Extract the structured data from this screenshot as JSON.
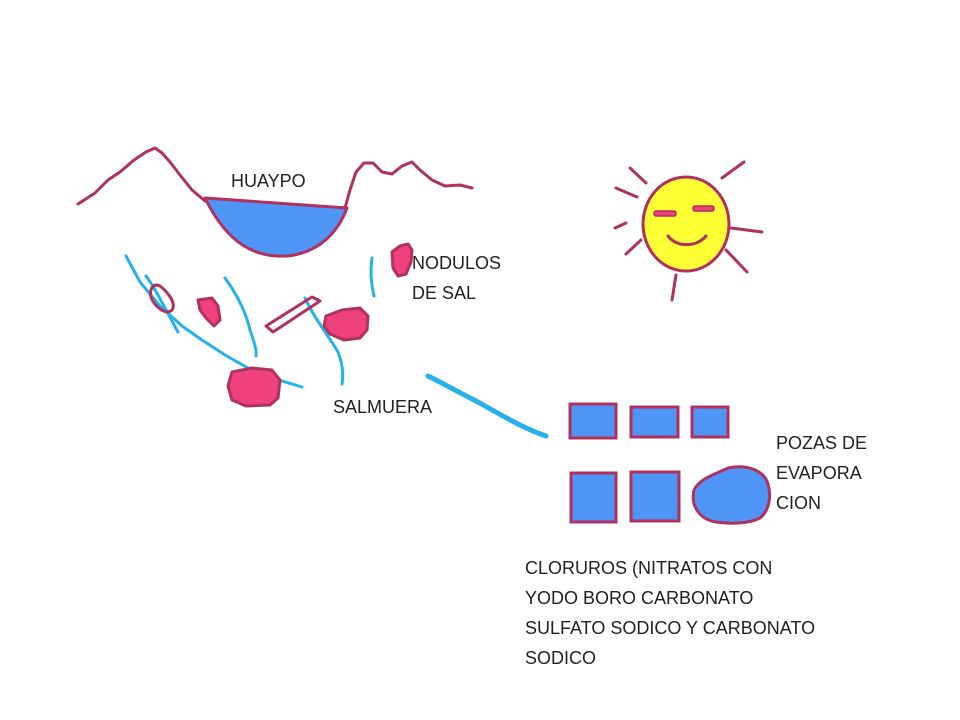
{
  "labels": {
    "huaypo": "HUAYPO",
    "nodulos": [
      "NODULOS",
      "DE SAL"
    ],
    "salmuera": "SALMUERA",
    "pozas": [
      "POZAS DE",
      "EVAPORA",
      "CION"
    ],
    "cloruros": [
      "CLORUROS (NITRATOS CON",
      "YODO BORO CARBONATO",
      "SULFATO SODICO Y CARBONATO",
      "SODICO"
    ]
  },
  "colors": {
    "outline": "#b03060",
    "water": "#4f95f5",
    "stream": "#25b2e8",
    "nodule": "#f0417f",
    "sun": "#ffff33"
  }
}
